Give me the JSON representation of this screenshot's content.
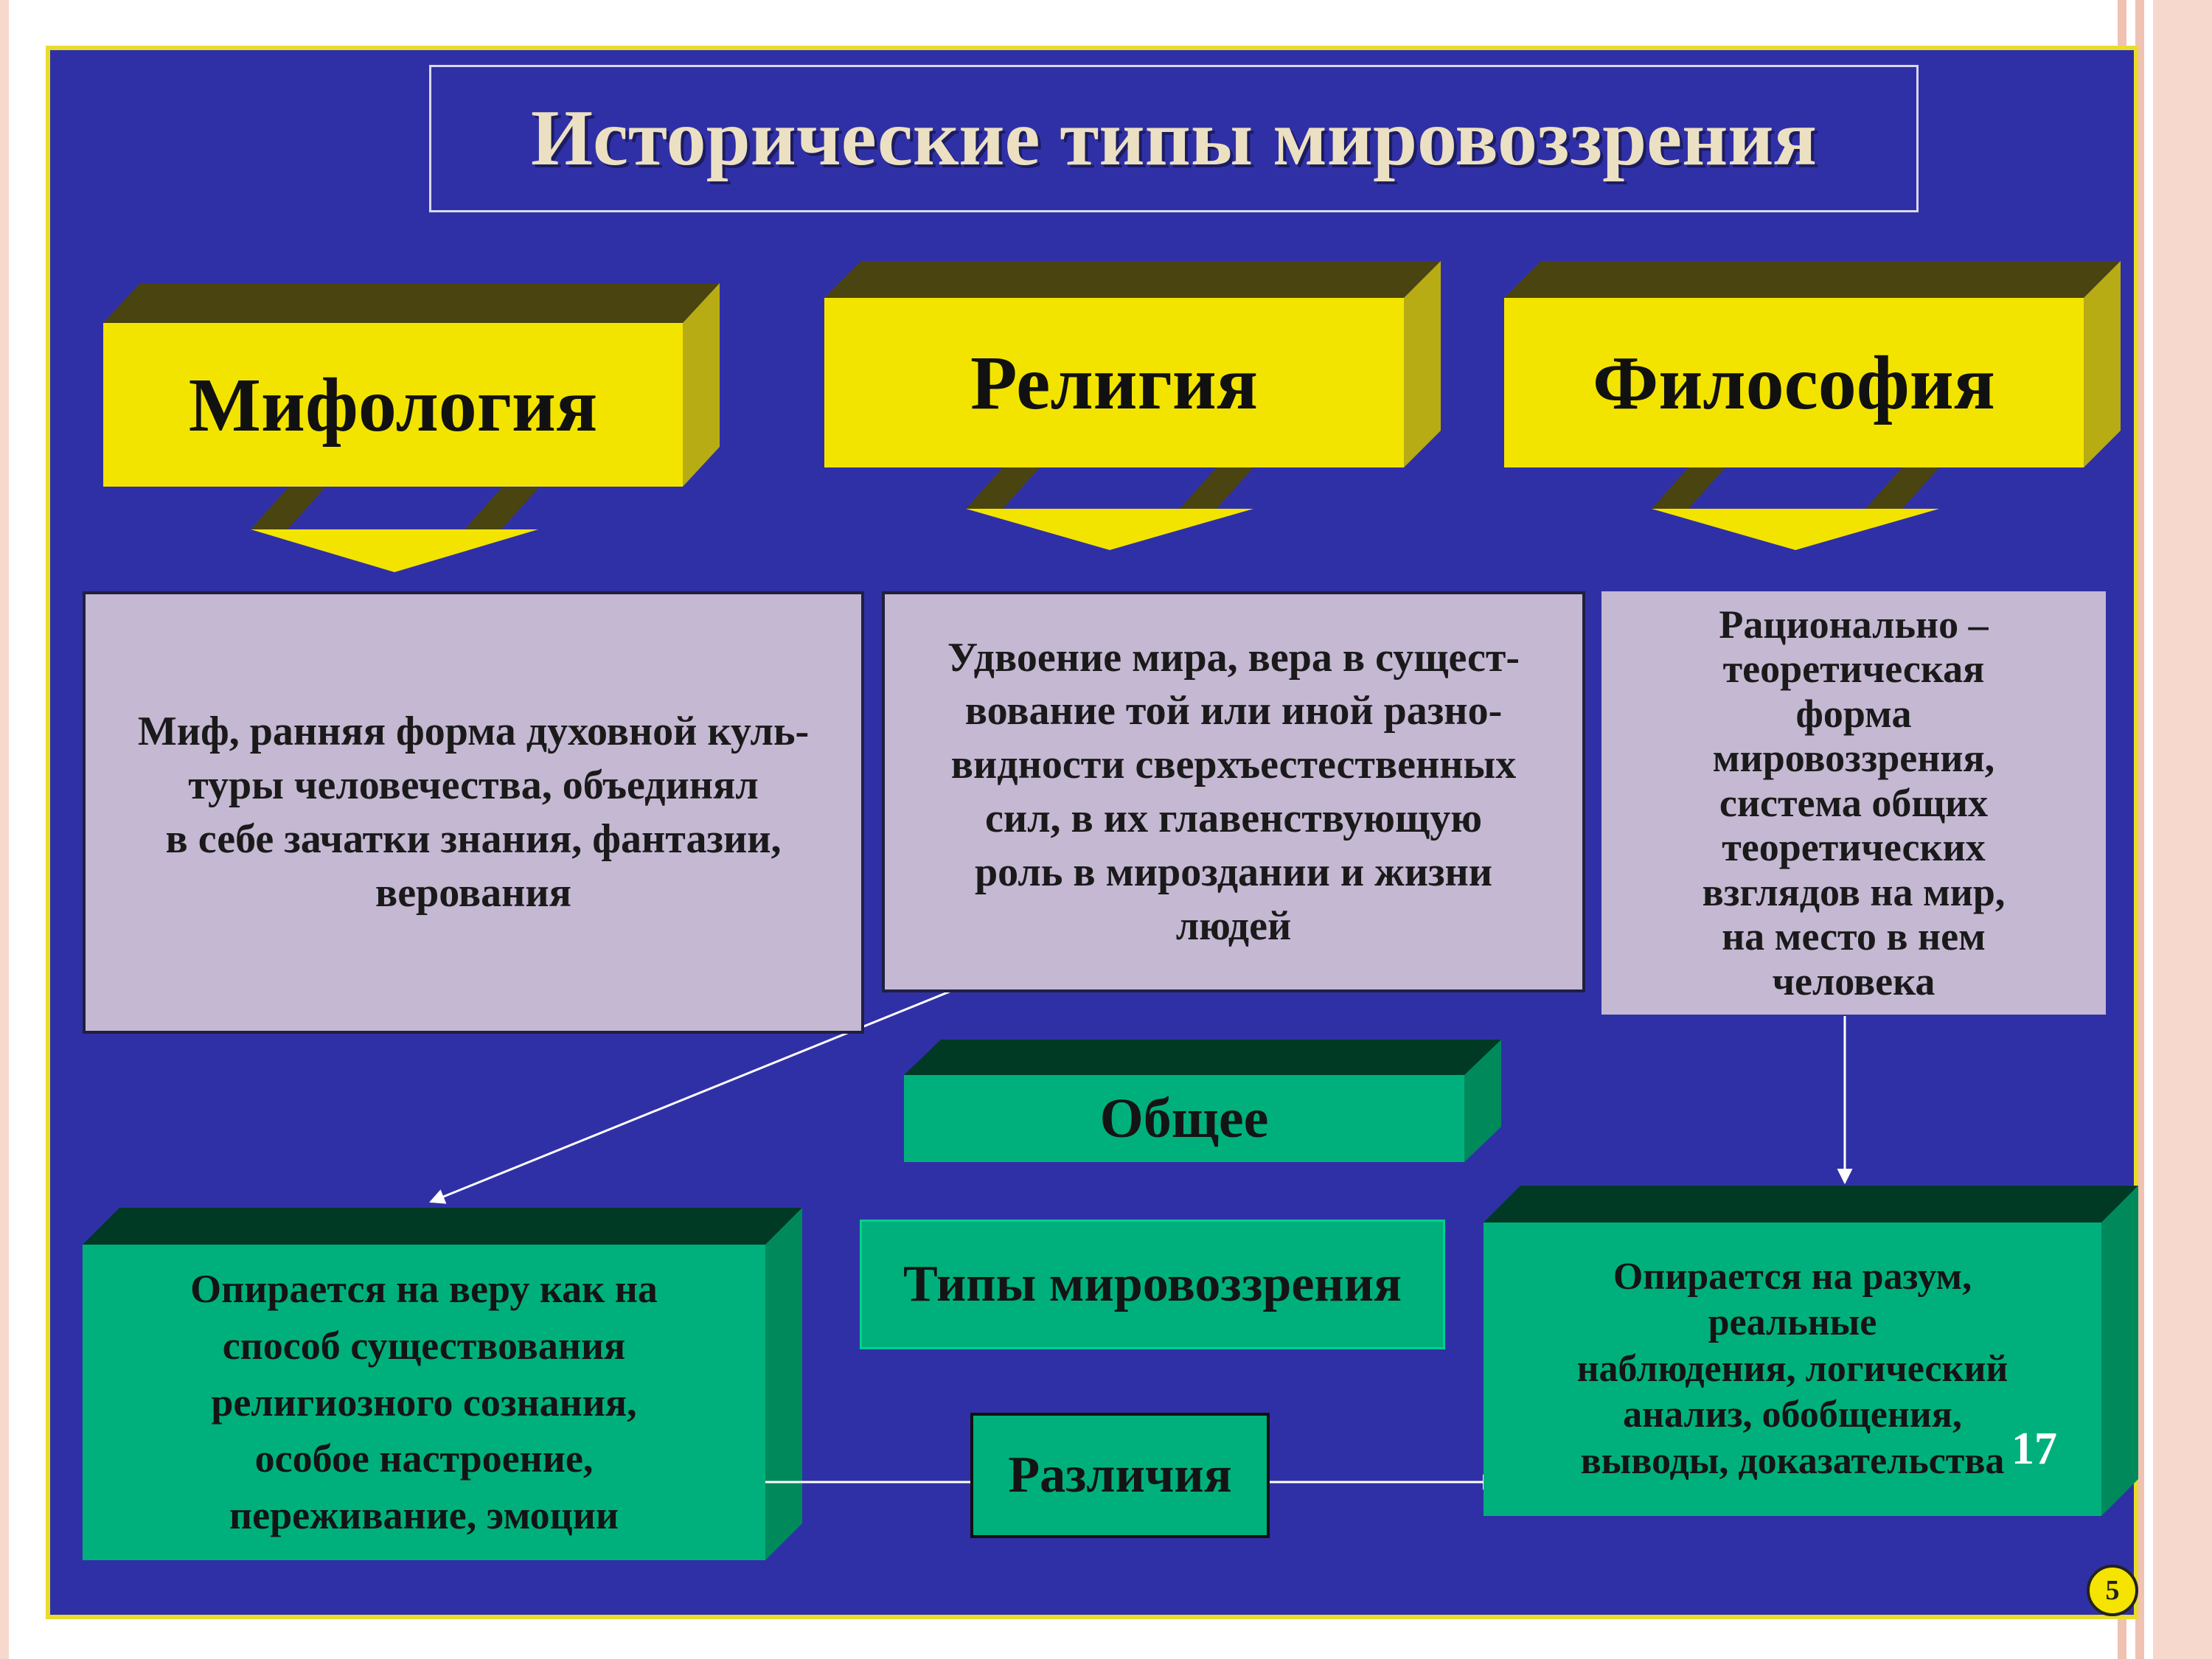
{
  "title": "Исторические типы мировоззрения",
  "types": [
    {
      "label": "Мифология",
      "description": "Миф, ранняя форма духовной куль-\nтуры человечества, объединял\nв себе зачатки знания, фантазии,\nверования"
    },
    {
      "label": "Религия",
      "description": "Удвоение мира, вера в сущест-\nвование той или иной разно-\nвидности сверхъестественных\nсил, в их главенствующую\nроль в мироздании и жизни\nлюдей"
    },
    {
      "label": "Философия",
      "description": "Рационально –\nтеоретическая\nформа\nмировоззрения,\nсистема общих\nтеоретических\nвзглядов на мир,\nна место в нем\nчеловека"
    }
  ],
  "common_label": "Общее",
  "center_label": "Типы мировоззрения",
  "differences_label": "Различия",
  "religion_basis": "Опирается на веру как на\nспособ существования\nрелигиозного сознания,\nособое настроение,\nпереживание, эмоции",
  "philosophy_basis": "Опирается на разум,\nреальные\nнаблюдения, логический\nанализ, обобщения,\nвыводы, доказательства",
  "page_number": "17",
  "slide_badge": "5",
  "colors": {
    "background": "#3030a6",
    "yellow": "#f3e400",
    "green": "#00b07c",
    "lavender": "#c4b8d2"
  }
}
